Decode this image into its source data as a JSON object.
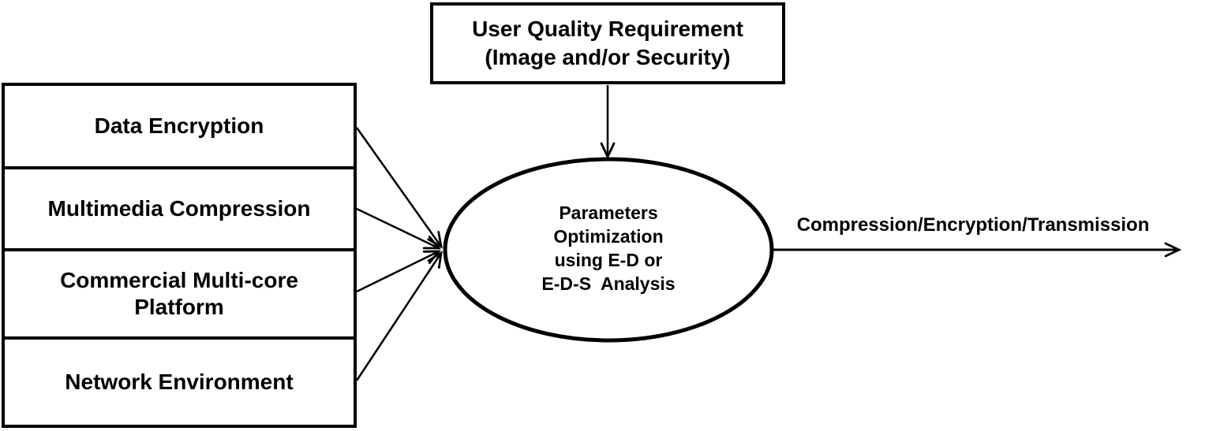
{
  "diagram": {
    "inputs_panel": {
      "items": [
        {
          "label": "Data Encryption"
        },
        {
          "label": "Multimedia Compression"
        },
        {
          "label": "Commercial Multi-core Platform"
        },
        {
          "label": "Network Environment"
        }
      ]
    },
    "requirement_box": {
      "line1": "User Quality Requirement",
      "line2": "(Image and/or Security)"
    },
    "process_ellipse": {
      "lines": [
        "Parameters",
        "Optimization",
        "using E-D or",
        "E-D-S  Analysis"
      ]
    },
    "output_arrow": {
      "label": "Compression/Encryption/Transmission"
    },
    "colors": {
      "stroke": "#000000",
      "background": "#ffffff",
      "text": "#000000"
    }
  }
}
